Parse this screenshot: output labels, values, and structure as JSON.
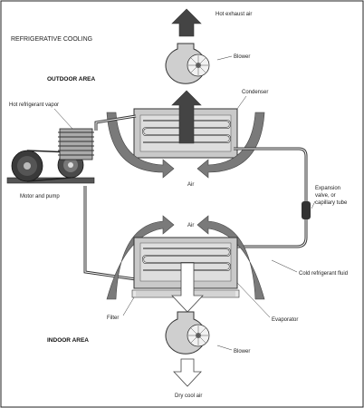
{
  "title": "REFRIGERATIVE COOLING",
  "areas": {
    "outdoor": "OUTDOOR AREA",
    "indoor": "INDOOR AREA"
  },
  "labels": {
    "hot_exhaust_air": "Hot exhaust air",
    "blower_top": "Blower",
    "condenser": "Condenser",
    "hot_refrigerant_vapor": "Hot refrigerant vapor",
    "motor_and_pump": "Motor and pump",
    "air_top": "Air",
    "expansion_line1": "Expansion",
    "expansion_line2": "valve, or",
    "expansion_line3": "capillary tube",
    "air_bottom": "Air",
    "cold_refrigerant_fluid": "Cold refrigerant fluid",
    "filter": "Filter",
    "evaporator": "Evaporator",
    "blower_bottom": "Blower",
    "dry_cool_air": "Dry cool air"
  },
  "colors": {
    "stroke": "#333333",
    "panel_fill": "#c9c9c9",
    "panel_inner": "#e3e3e3",
    "arrow_fill": "#6a6a6a",
    "frame": "#222222"
  }
}
